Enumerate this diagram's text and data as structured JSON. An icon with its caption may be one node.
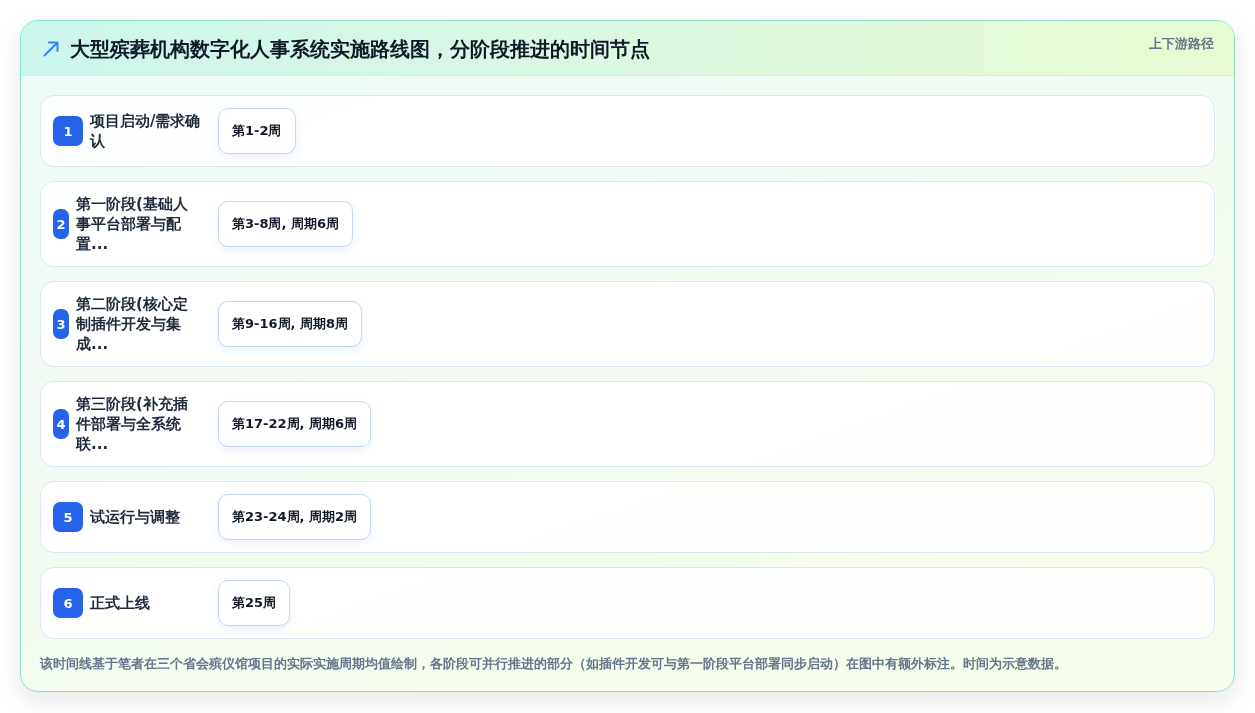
{
  "diagram": {
    "title": "大型殡葬机构数字化人事系统实施路线图，分阶段推进的时间节点",
    "caption": "该时间线基于笔者在三个省会殡仪馆项目的实际实施周期均值绘制，各阶段可并行推进的部分（如插件开发可与第一阶段平台部署同步启动）在图中有额外标注。时间为示意数据。",
    "nodes": [
      {
        "text": [
          "项目启动/需求确认"
        ]
      },
      {
        "text": [
          "1"
        ],
        "in": 0
      },
      {
        "text": [
          "第1-2周"
        ],
        "in": 0
      },
      {
        "text": [
          "第一阶段(基础人事平台部署与配置..."
        ]
      },
      {
        "text": [
          "2"
        ],
        "in": 3
      },
      {
        "text": [
          "第3-8周, 周期6周"
        ],
        "in": 3
      },
      {
        "text": [
          "第二阶段(核心定制插件开发与集成..."
        ]
      },
      {
        "text": [
          "3"
        ],
        "in": 6
      },
      {
        "text": [
          "第9-16周, 周期8周"
        ],
        "in": 6
      },
      {
        "text": [
          "第三阶段(补充插件部署与全系统联..."
        ]
      },
      {
        "text": [
          "4"
        ],
        "in": 9
      },
      {
        "text": [
          "第17-22周, 周期6周"
        ],
        "in": 9
      },
      {
        "text": [
          "试运行与调整"
        ]
      },
      {
        "text": [
          "5"
        ],
        "in": 12
      },
      {
        "text": [
          "第23-24周, 周期2周"
        ],
        "in": 12
      },
      {
        "text": [
          "正式上线"
        ]
      },
      {
        "text": [
          "6"
        ],
        "in": 15
      },
      {
        "text": [
          "第25周"
        ],
        "in": 15
      }
    ],
    "labels": [
      "上下游路径"
    ]
  }
}
